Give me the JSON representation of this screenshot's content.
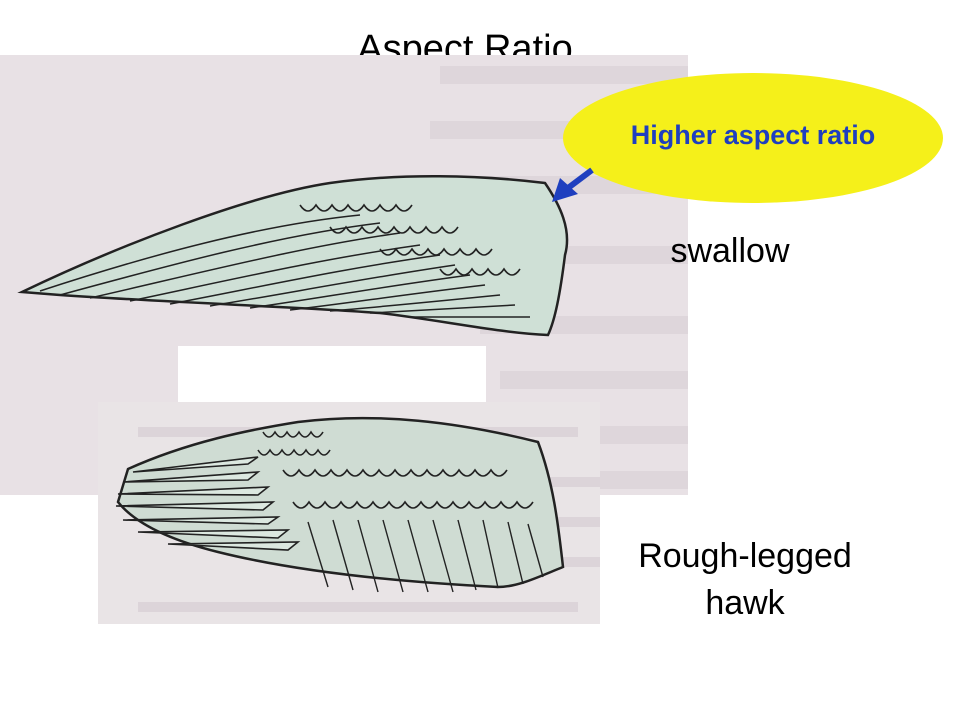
{
  "title": "Aspect Ratio",
  "callout": {
    "text": "Higher aspect ratio",
    "fill": "#f5f01a",
    "text_color": "#1f3fbf"
  },
  "labels": {
    "swallow": "swallow",
    "hawk_line1": "Rough-legged",
    "hawk_line2": "hawk"
  },
  "colors": {
    "wing_fill": "#cfe0d6",
    "arrow": "#1f3fbf"
  }
}
